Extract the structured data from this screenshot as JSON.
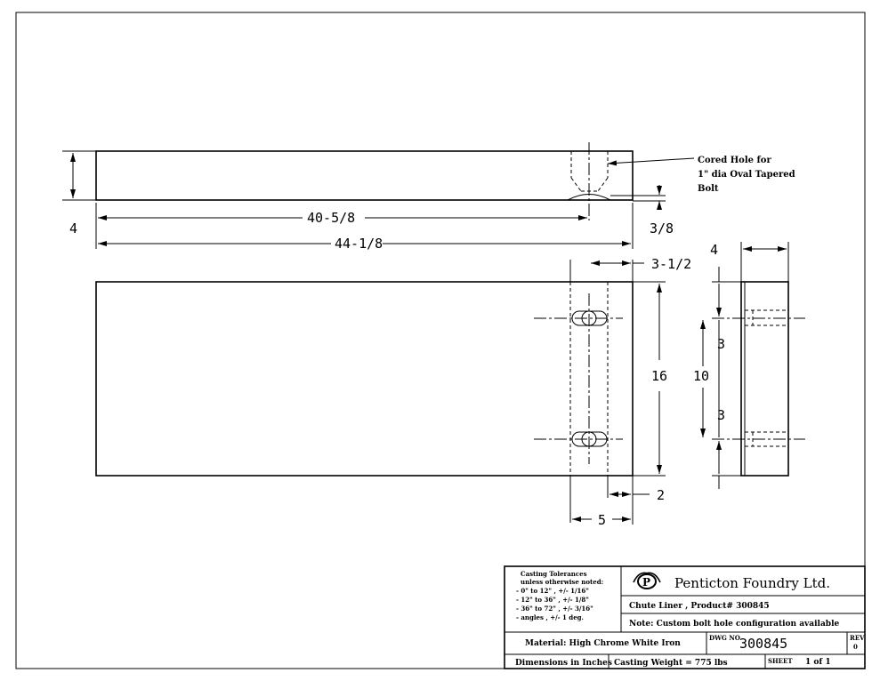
{
  "dimensions": {
    "d_4_height": "4",
    "d_40_5_8": "40-5/8",
    "d_44_1_8": "44-1/8",
    "d_3_8": "3/8",
    "d_3_1_2": "3-1/2",
    "d_16": "16",
    "d_2": "2",
    "d_5": "5",
    "d_4_width": "4",
    "d_3_top": "3",
    "d_10": "10",
    "d_3_bottom": "3"
  },
  "callout": {
    "line1": "Cored Hole for",
    "line2": "1\" dia Oval Tapered",
    "line3": "Bolt"
  },
  "title_block": {
    "tolerances": [
      "Casting Tolerances",
      "unless otherwise noted:",
      "- 0\" to 12\"  , +/- 1/16\"",
      "- 12\" to 36\" , +/- 1/8\"",
      "- 36\" to 72\" , +/- 3/16\"",
      "- angles      , +/- 1 deg."
    ],
    "company": "Penticton Foundry Ltd.",
    "logo_letter": "P",
    "part": "Chute Liner , Product# 300845",
    "note": "Note: Custom bolt hole configuration available",
    "material": "Material: High Chrome White Iron",
    "dwg_label": "DWG NO.",
    "dwg_number": "300845",
    "rev_label": "REV",
    "rev_value": "0",
    "units": "Dimensions in Inches",
    "weight": "Casting Weight = 775 lbs",
    "sheet_label": "SHEET",
    "sheet_value": "1 of 1"
  }
}
